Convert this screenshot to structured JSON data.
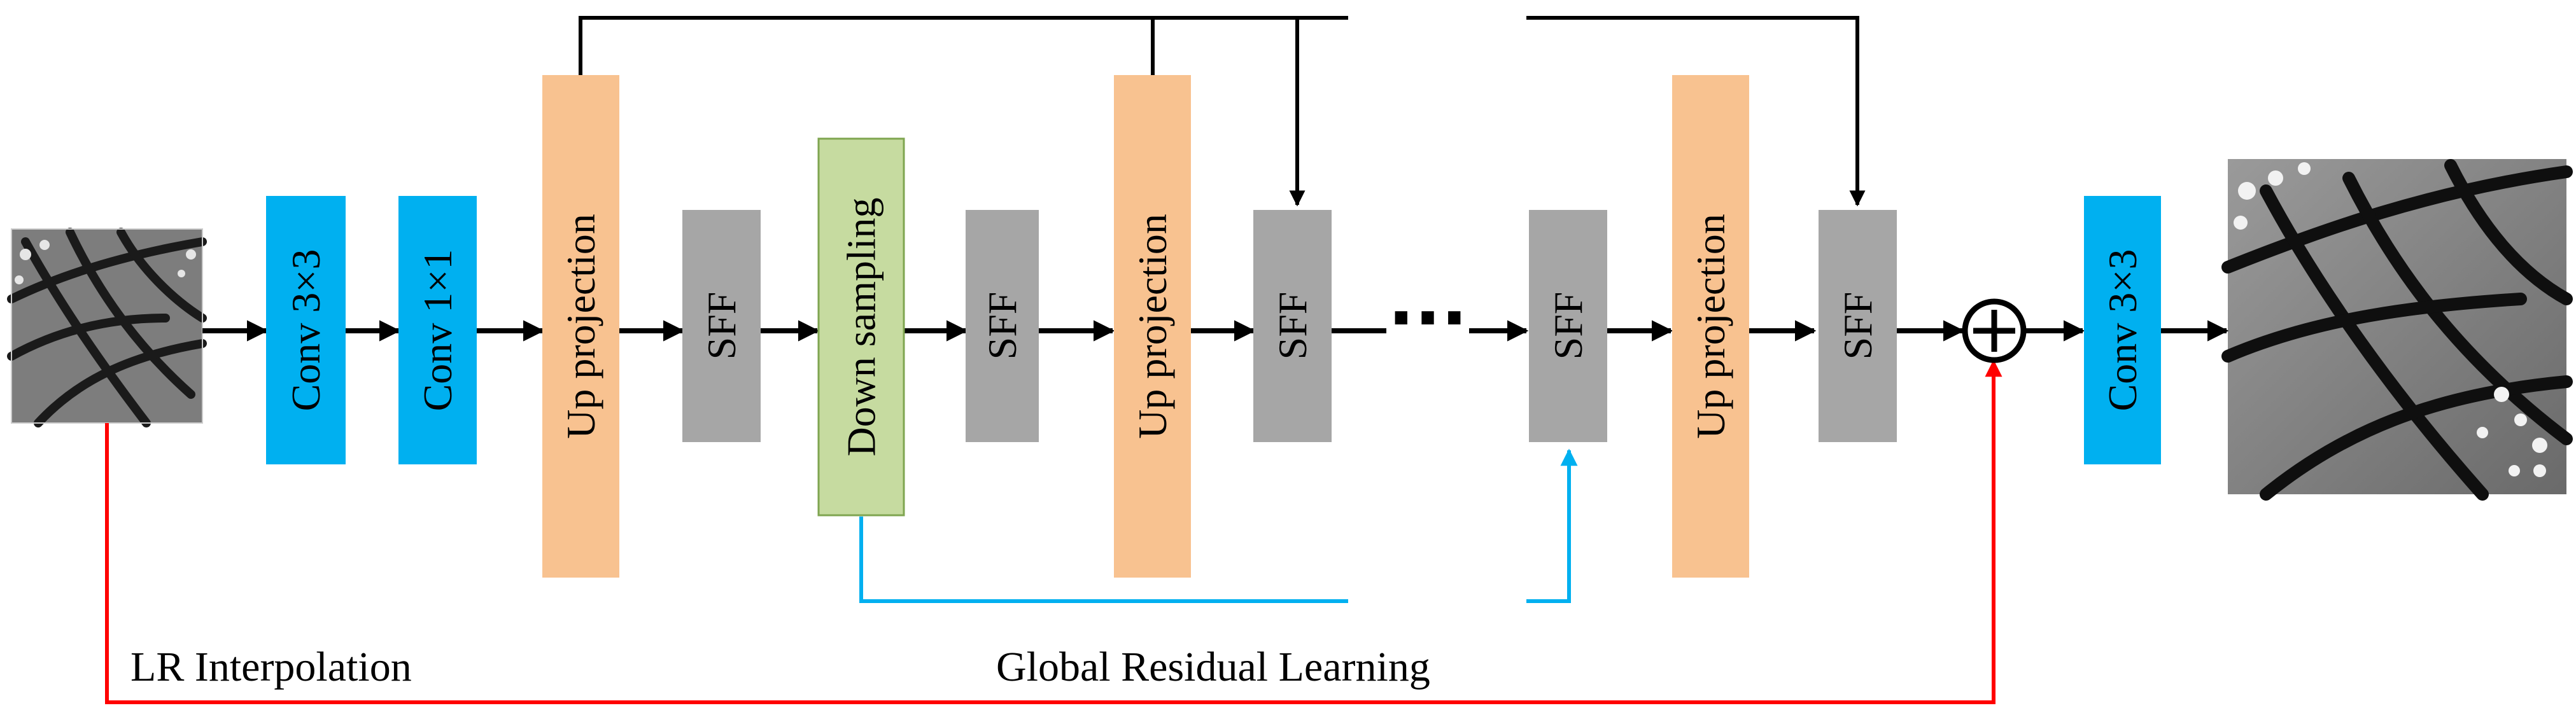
{
  "blocks": {
    "conv3_in": "Conv 3×3",
    "conv1": "Conv 1×1",
    "up1": "Up projection",
    "sff1": "SFF",
    "down": "Down sampling",
    "sff2": "SFF",
    "up2": "Up projection",
    "sff3": "SFF",
    "sff4": "SFF",
    "up3": "Up projection",
    "sff5": "SFF",
    "conv3_out": "Conv 3×3"
  },
  "ellipsis": "···",
  "sum_symbol": "+",
  "labels": {
    "lr_interpolation": "LR Interpolation",
    "global_residual": "Global Residual Learning"
  },
  "images": {
    "input": "butterfly-lr-image",
    "output": "butterfly-hr-image"
  },
  "colors": {
    "conv": "#00b0f0",
    "up_projection": "#f8c290",
    "sff": "#a6a6a6",
    "down_sampling": "#c6dba0",
    "lr_line": "#ff0000",
    "residual_line": "#00b0f0",
    "main_line": "#000000"
  }
}
